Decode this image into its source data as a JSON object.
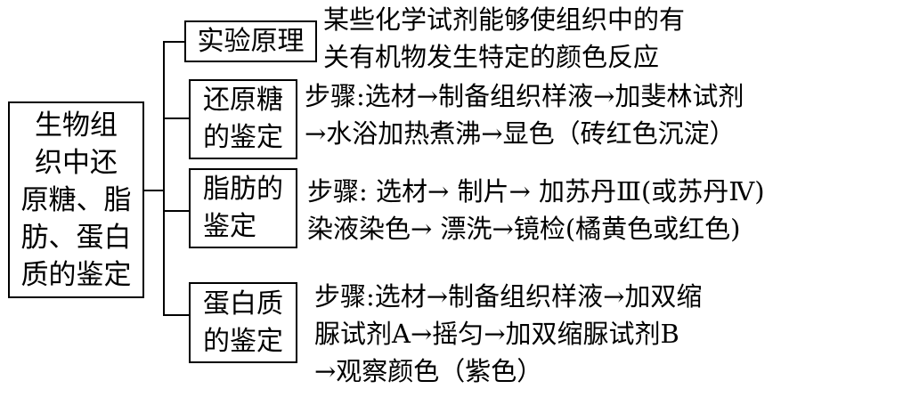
{
  "root": {
    "title": "生物组\n织中还\n原糖、脂\n肪、蛋白\n质的鉴定"
  },
  "branches": [
    {
      "title": "实验原理",
      "lines": [
        "某些化学试剂能够使组织中的有",
        "关有机物发生特定的颜色反应"
      ]
    },
    {
      "title": "还原糖\n的鉴定",
      "lines": [
        "步骤:选材→制备组织样液→加斐林试剂",
        "→水浴加热煮沸→显色（砖红色沉淀）"
      ]
    },
    {
      "title": "脂肪的\n鉴定",
      "lines": [
        "步骤: 选材→ 制片→ 加苏丹Ⅲ(或苏丹Ⅳ)",
        "染液染色→ 漂洗→镜检(橘黄色或红色)"
      ]
    },
    {
      "title": "蛋白质\n的鉴定",
      "lines": [
        "步骤:选材→制备组织样液→加双缩",
        "脲试剂A→摇匀→加双缩脲试剂B",
        "→观察颜色（紫色）"
      ]
    }
  ]
}
